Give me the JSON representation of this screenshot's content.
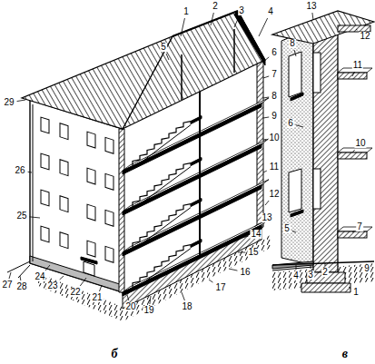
{
  "diagram": {
    "labels": [
      "1",
      "2",
      "3",
      "4",
      "5",
      "6",
      "7",
      "8",
      "9",
      "10",
      "11",
      "12",
      "13",
      "14",
      "15",
      "16",
      "17",
      "18",
      "19",
      "20",
      "21",
      "22",
      "23",
      "24",
      "25",
      "26",
      "27",
      "28",
      "29",
      "б",
      "13",
      "12",
      "8",
      "11",
      "6",
      "10",
      "5",
      "7",
      "4",
      "3",
      "2",
      "1",
      "9",
      "в"
    ]
  }
}
